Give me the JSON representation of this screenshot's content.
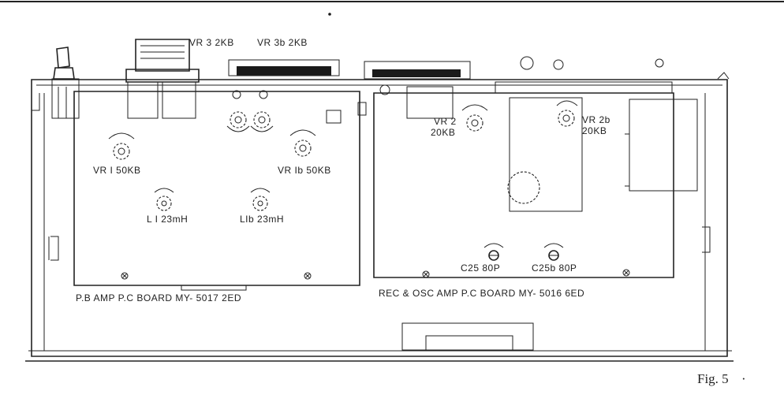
{
  "labels": {
    "vr3": "VR 3  2KB",
    "vr3b": "VR 3b  2KB",
    "vr1": "VR I  50KB",
    "vr1b": "VR Ib  50KB",
    "l1": "L I  23mH",
    "l1b": "LIb  23mH",
    "vr2_name": "VR 2",
    "vr2_value": "20KB",
    "vr2b_name": "VR 2b",
    "vr2b_value": "20KB",
    "c25": "C25  80P",
    "c25b": "C25b  80P",
    "pb_board": "P.B AMP  P.C  BOARD     MY- 5017  2ED",
    "rec_board": "REC & OSC AMP  P.C  BOARD     MY- 5016  6ED"
  },
  "caption": "Fig. 5",
  "caption_mark": "·"
}
